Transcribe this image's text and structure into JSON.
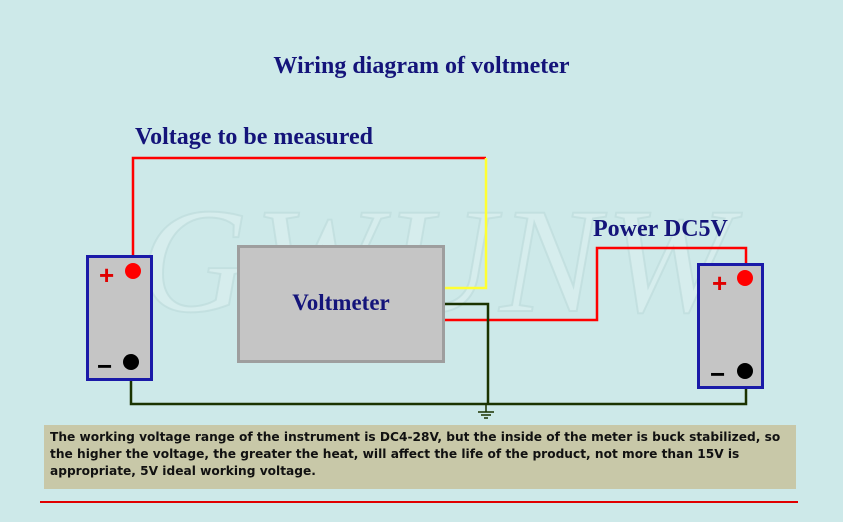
{
  "title": "Wiring diagram of voltmeter",
  "labels": {
    "voltage_to_be_measured": "Voltage to be measured",
    "power": "Power DC5V",
    "meter": "Voltmeter"
  },
  "battery_left": {
    "plus": "+",
    "minus": "−"
  },
  "battery_right": {
    "plus": "+",
    "minus": "−"
  },
  "note": "The working voltage range of the instrument is DC4-28V, but the inside of the meter is buck stabilized, so the higher the voltage, the greater the heat, will affect the life of the product, not more than 15V is appropriate, 5V ideal working voltage.",
  "watermark": "GWUNW",
  "colors": {
    "background": "#cde9e9",
    "title_text": "#14147a",
    "wire_positive": "#ff0000",
    "wire_signal": "#ffff33",
    "wire_ground": "#1a3300",
    "battery_border": "#1a1aa8"
  }
}
